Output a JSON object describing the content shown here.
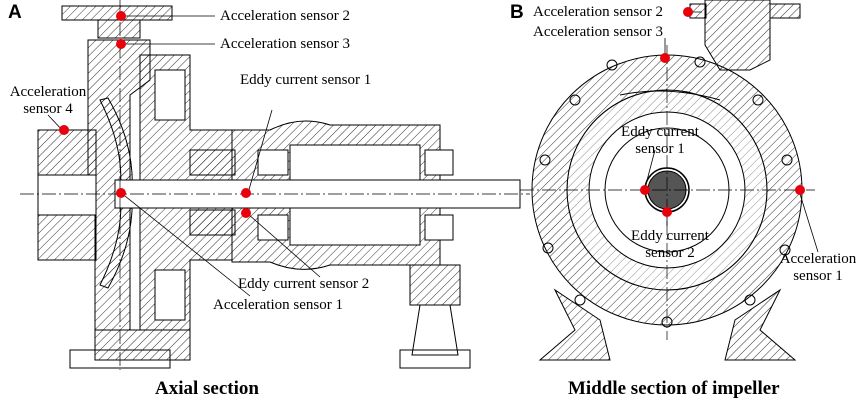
{
  "panels": {
    "a": "A",
    "b": "B"
  },
  "captions": {
    "axial": "Axial section",
    "impeller": "Middle section of impeller"
  },
  "axial_labels": {
    "acc2": "Acceleration sensor 2",
    "acc3": "Acceleration sensor 3",
    "acc4_line1": "Acceleration",
    "acc4_line2": "sensor 4",
    "eddy1": "Eddy current sensor 1",
    "eddy2": "Eddy current sensor 2",
    "acc1": "Acceleration sensor 1"
  },
  "impeller_labels": {
    "acc2": "Acceleration sensor 2",
    "acc3": "Acceleration sensor 3",
    "eddy1_line1": "Eddy current",
    "eddy1_line2": "sensor 1",
    "eddy2_line1": "Eddy current",
    "eddy2_line2": "sensor 2",
    "acc1_line1": "Acceleration",
    "acc1_line2": "sensor 1"
  },
  "colors": {
    "sensor_dot": "#e8000b",
    "hatch": "#000000"
  }
}
